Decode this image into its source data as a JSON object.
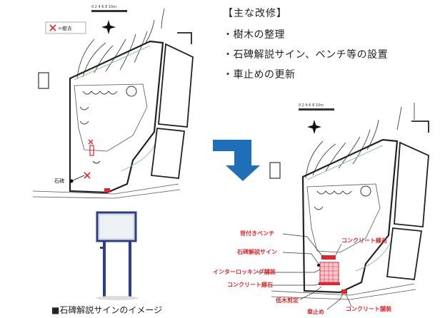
{
  "notes": {
    "heading": "【主な改修】",
    "items": [
      "・樹木の整理",
      "・石碑解説サイン、ベンチ等の設置",
      "・車止めの更新"
    ]
  },
  "before_map": {
    "scale_text": "0 2 4 6 8 10m",
    "legend_text": "=撤去",
    "label_stone": "石碑"
  },
  "after_map": {
    "scale_text": "0 2 4 6 8 10m",
    "labels": {
      "bench": "背付きベンチ",
      "sign": "石碑解説サイン",
      "interlocking": "インターロッキング舗装",
      "curb_left": "コンクリート縁石",
      "curb_right": "コンクリート縁石",
      "pruning": "低木剪定",
      "bollard": "車止め",
      "paving": "コンクリート舗装"
    }
  },
  "caption": "■石碑解説サインのイメージ",
  "colors": {
    "arrow": "#1f6fb8",
    "label_red": "#e0262a",
    "hatch": "#f07080",
    "sign_frame": "#2c3e8a",
    "sign_panel": "#d8dde2",
    "green_line": "#8fc49a"
  }
}
